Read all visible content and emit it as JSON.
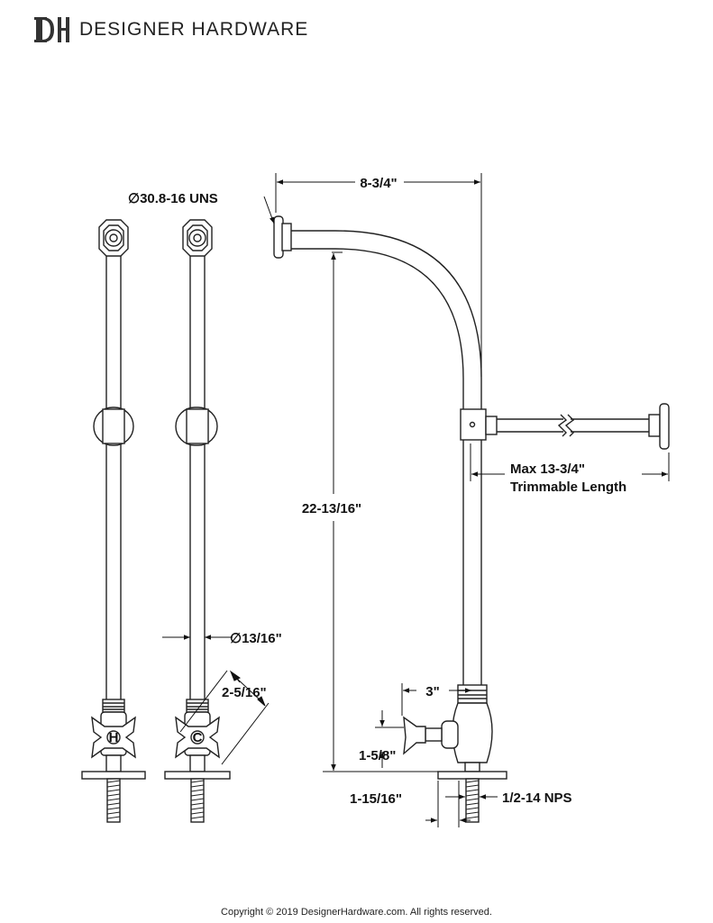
{
  "brand": {
    "name": "DESIGNER HARDWARE",
    "logo": "DH"
  },
  "dimensions": {
    "thread_uns": "∅30.8-16 UNS",
    "width": "8-3/4\"",
    "height": "22-13/16\"",
    "trim_line1": "Max 13-3/4\"",
    "trim_line2": "Trimmable Length",
    "diameter": "∅13/16\"",
    "handle": "2-5/16\"",
    "offset": "3\"",
    "handle_height": "1-5/8\"",
    "flange": "1-15/16\"",
    "nps": "1/2-14 NPS"
  },
  "handle_letters": {
    "hot": "H",
    "cold": "C"
  },
  "footer": {
    "copyright": "Copyright © 2019 DesignerHardware.com. All rights reserved."
  }
}
